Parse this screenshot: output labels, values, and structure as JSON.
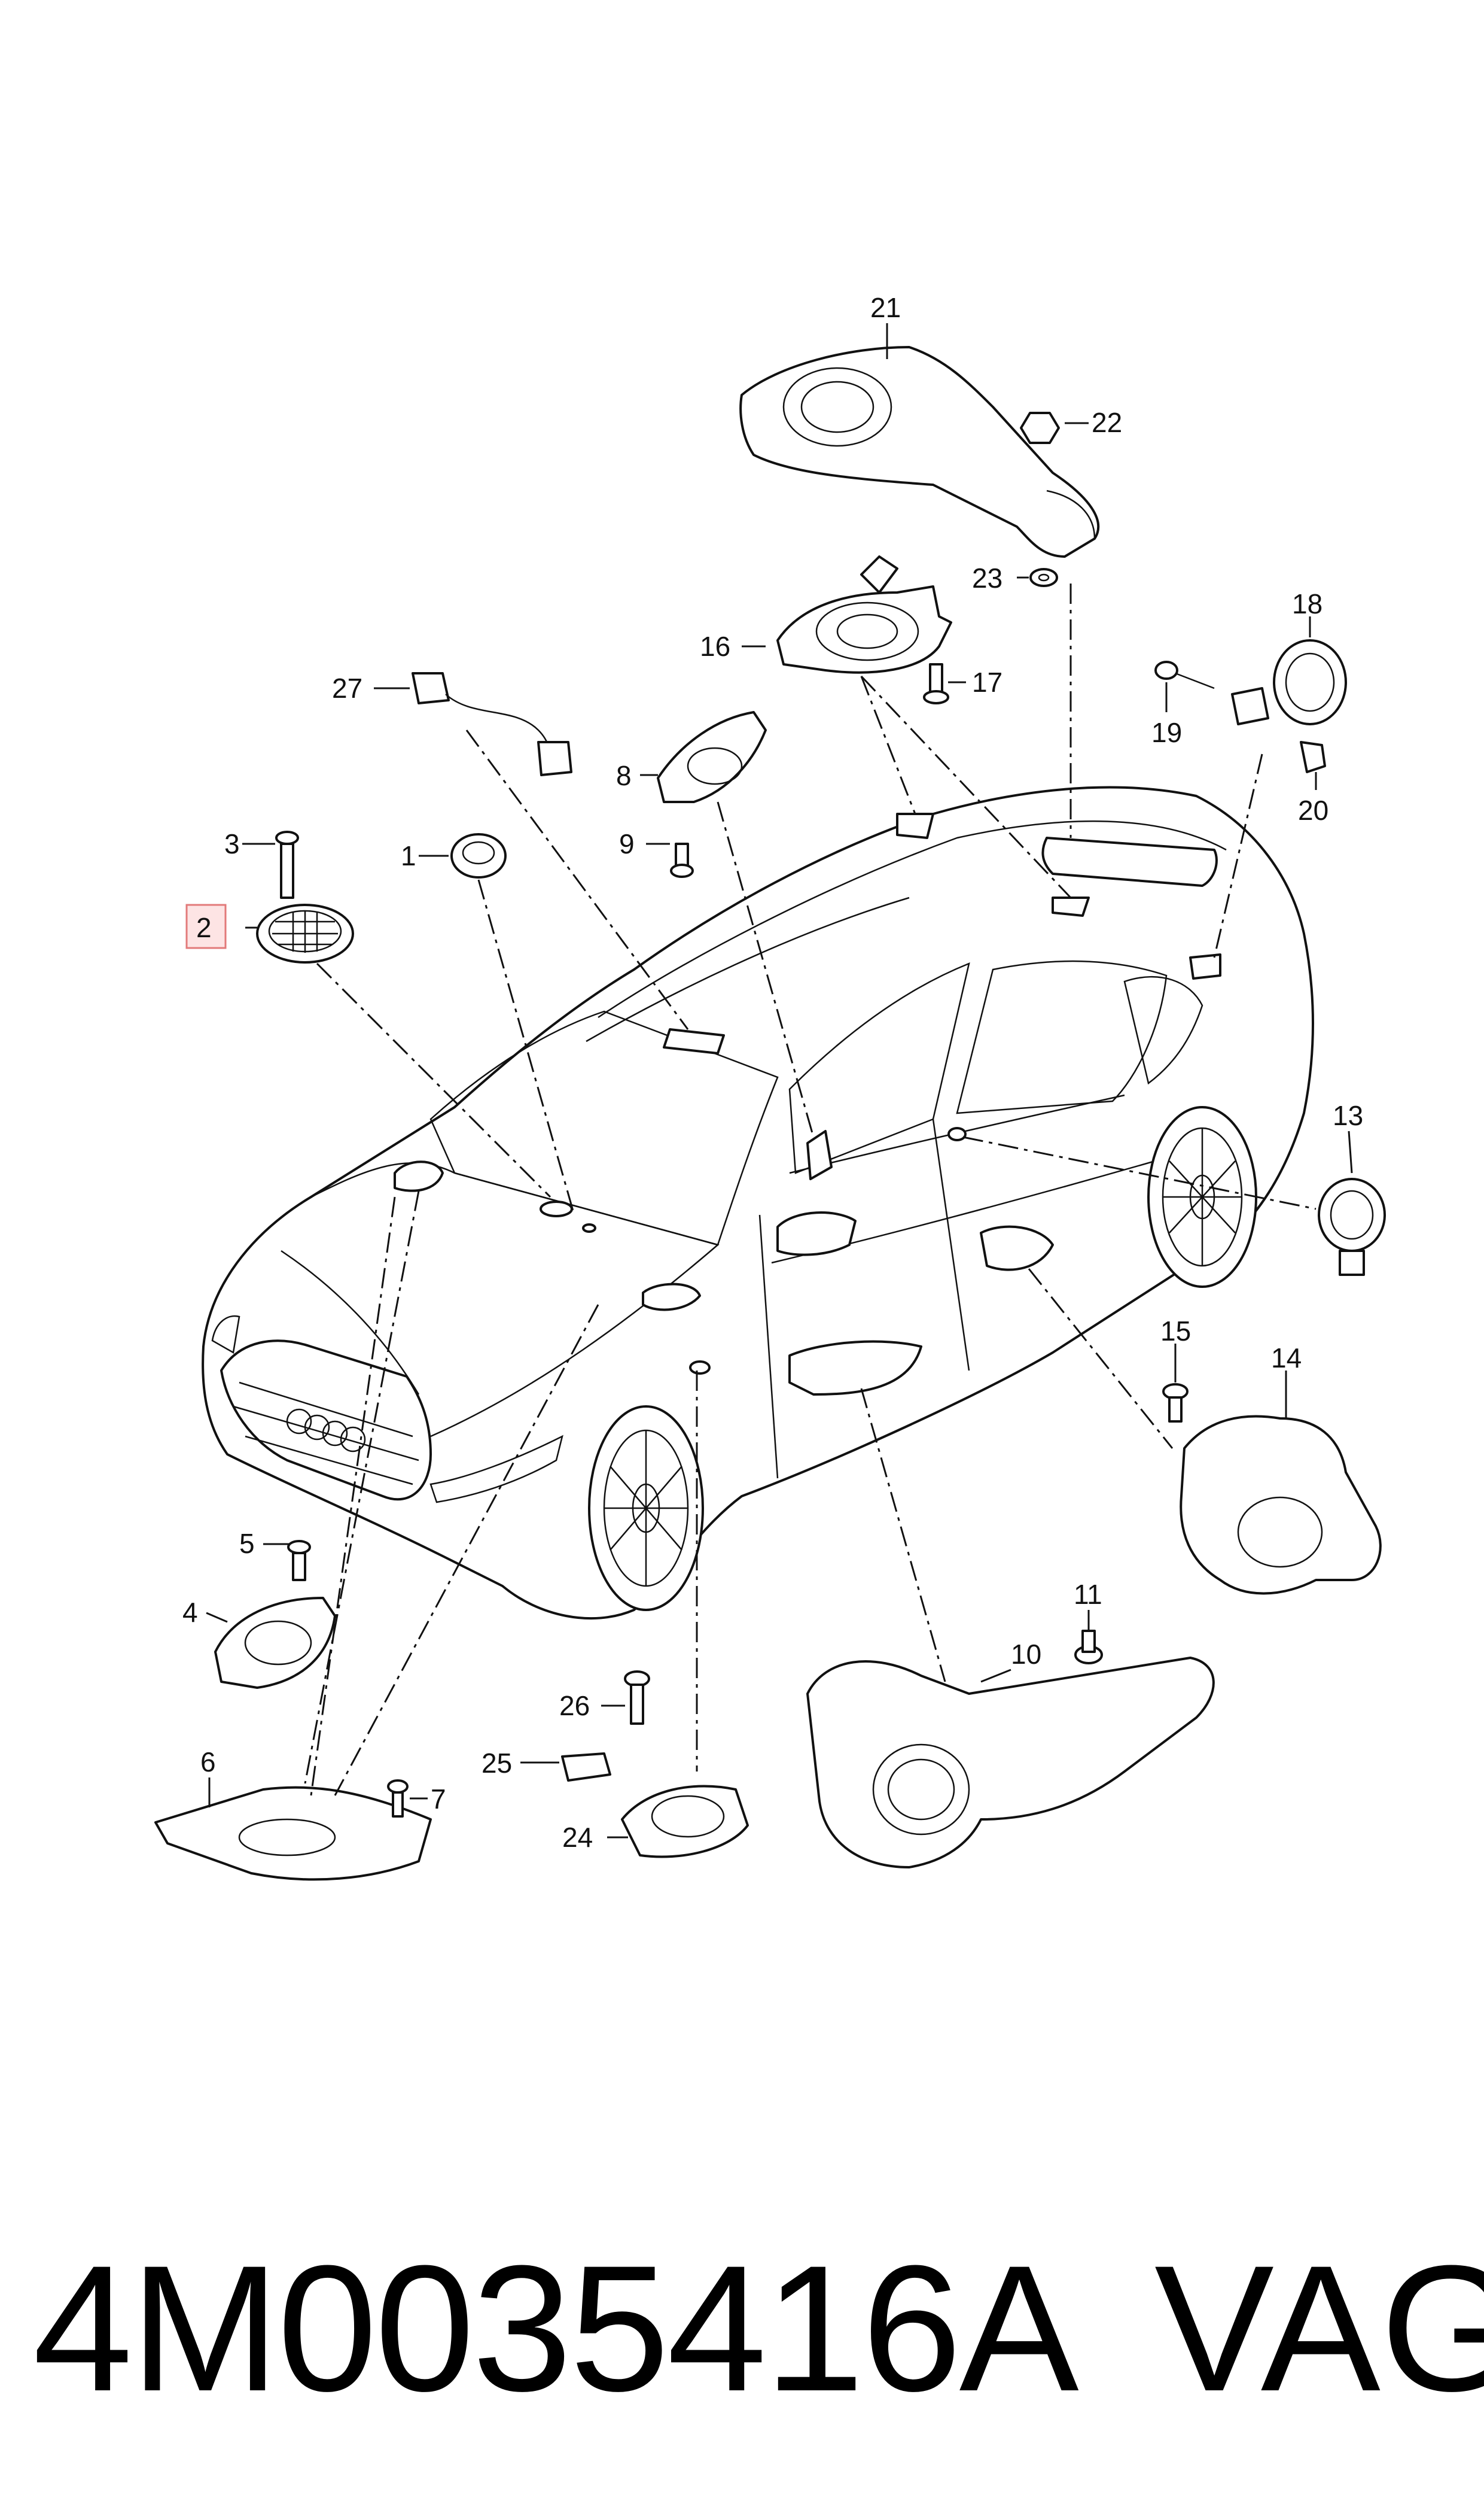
{
  "callouts": {
    "c1": "1",
    "c2": "2",
    "c3": "3",
    "c4": "4",
    "c5": "5",
    "c6": "6",
    "c7": "7",
    "c8": "8",
    "c9": "9",
    "c10": "10",
    "c11": "11",
    "c13": "13",
    "c14": "14",
    "c15": "15",
    "c16": "16",
    "c17": "17",
    "c18": "18",
    "c19": "19",
    "c20": "20",
    "c21": "21",
    "c22": "22",
    "c23": "23",
    "c24": "24",
    "c25": "25",
    "c26": "26",
    "c27": "27"
  },
  "highlighted_callout": "2",
  "footer": {
    "part_number": "4M0035416A",
    "brand": "VAG"
  }
}
